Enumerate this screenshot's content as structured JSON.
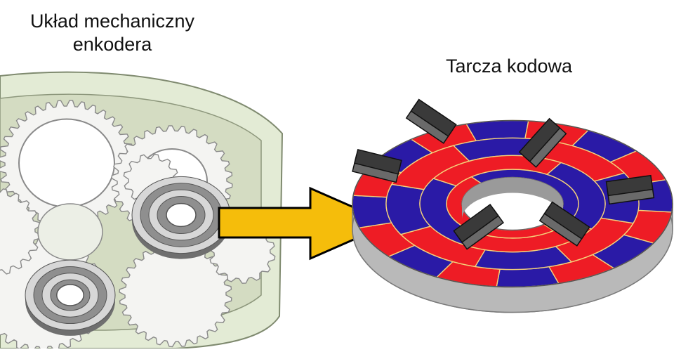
{
  "labels": {
    "left_line1": "Układ mechaniczny",
    "left_line2": "enkodera",
    "right": "Tarcza kodowa"
  },
  "colors": {
    "background": "#ffffff",
    "housing": "#e3ebd5",
    "housing_shadow": "#c4cfb0",
    "gear_fill": "#f4f4f2",
    "gear_stroke": "#8a8a8a",
    "small_disc_light": "#d7d7d7",
    "small_disc_dark": "#8f8f8f",
    "arrow_fill": "#f5bd0b",
    "arrow_stroke": "#000000",
    "disc_red": "#ee1c25",
    "disc_blue": "#2a1aa6",
    "disc_side": "#b9b9b9",
    "ring_separator": "#f4d27a",
    "sensor": "#3a3a3a"
  },
  "icons": [
    "mechanism-illustration",
    "arrow-right",
    "code-disc-illustration",
    "sensor-block"
  ]
}
